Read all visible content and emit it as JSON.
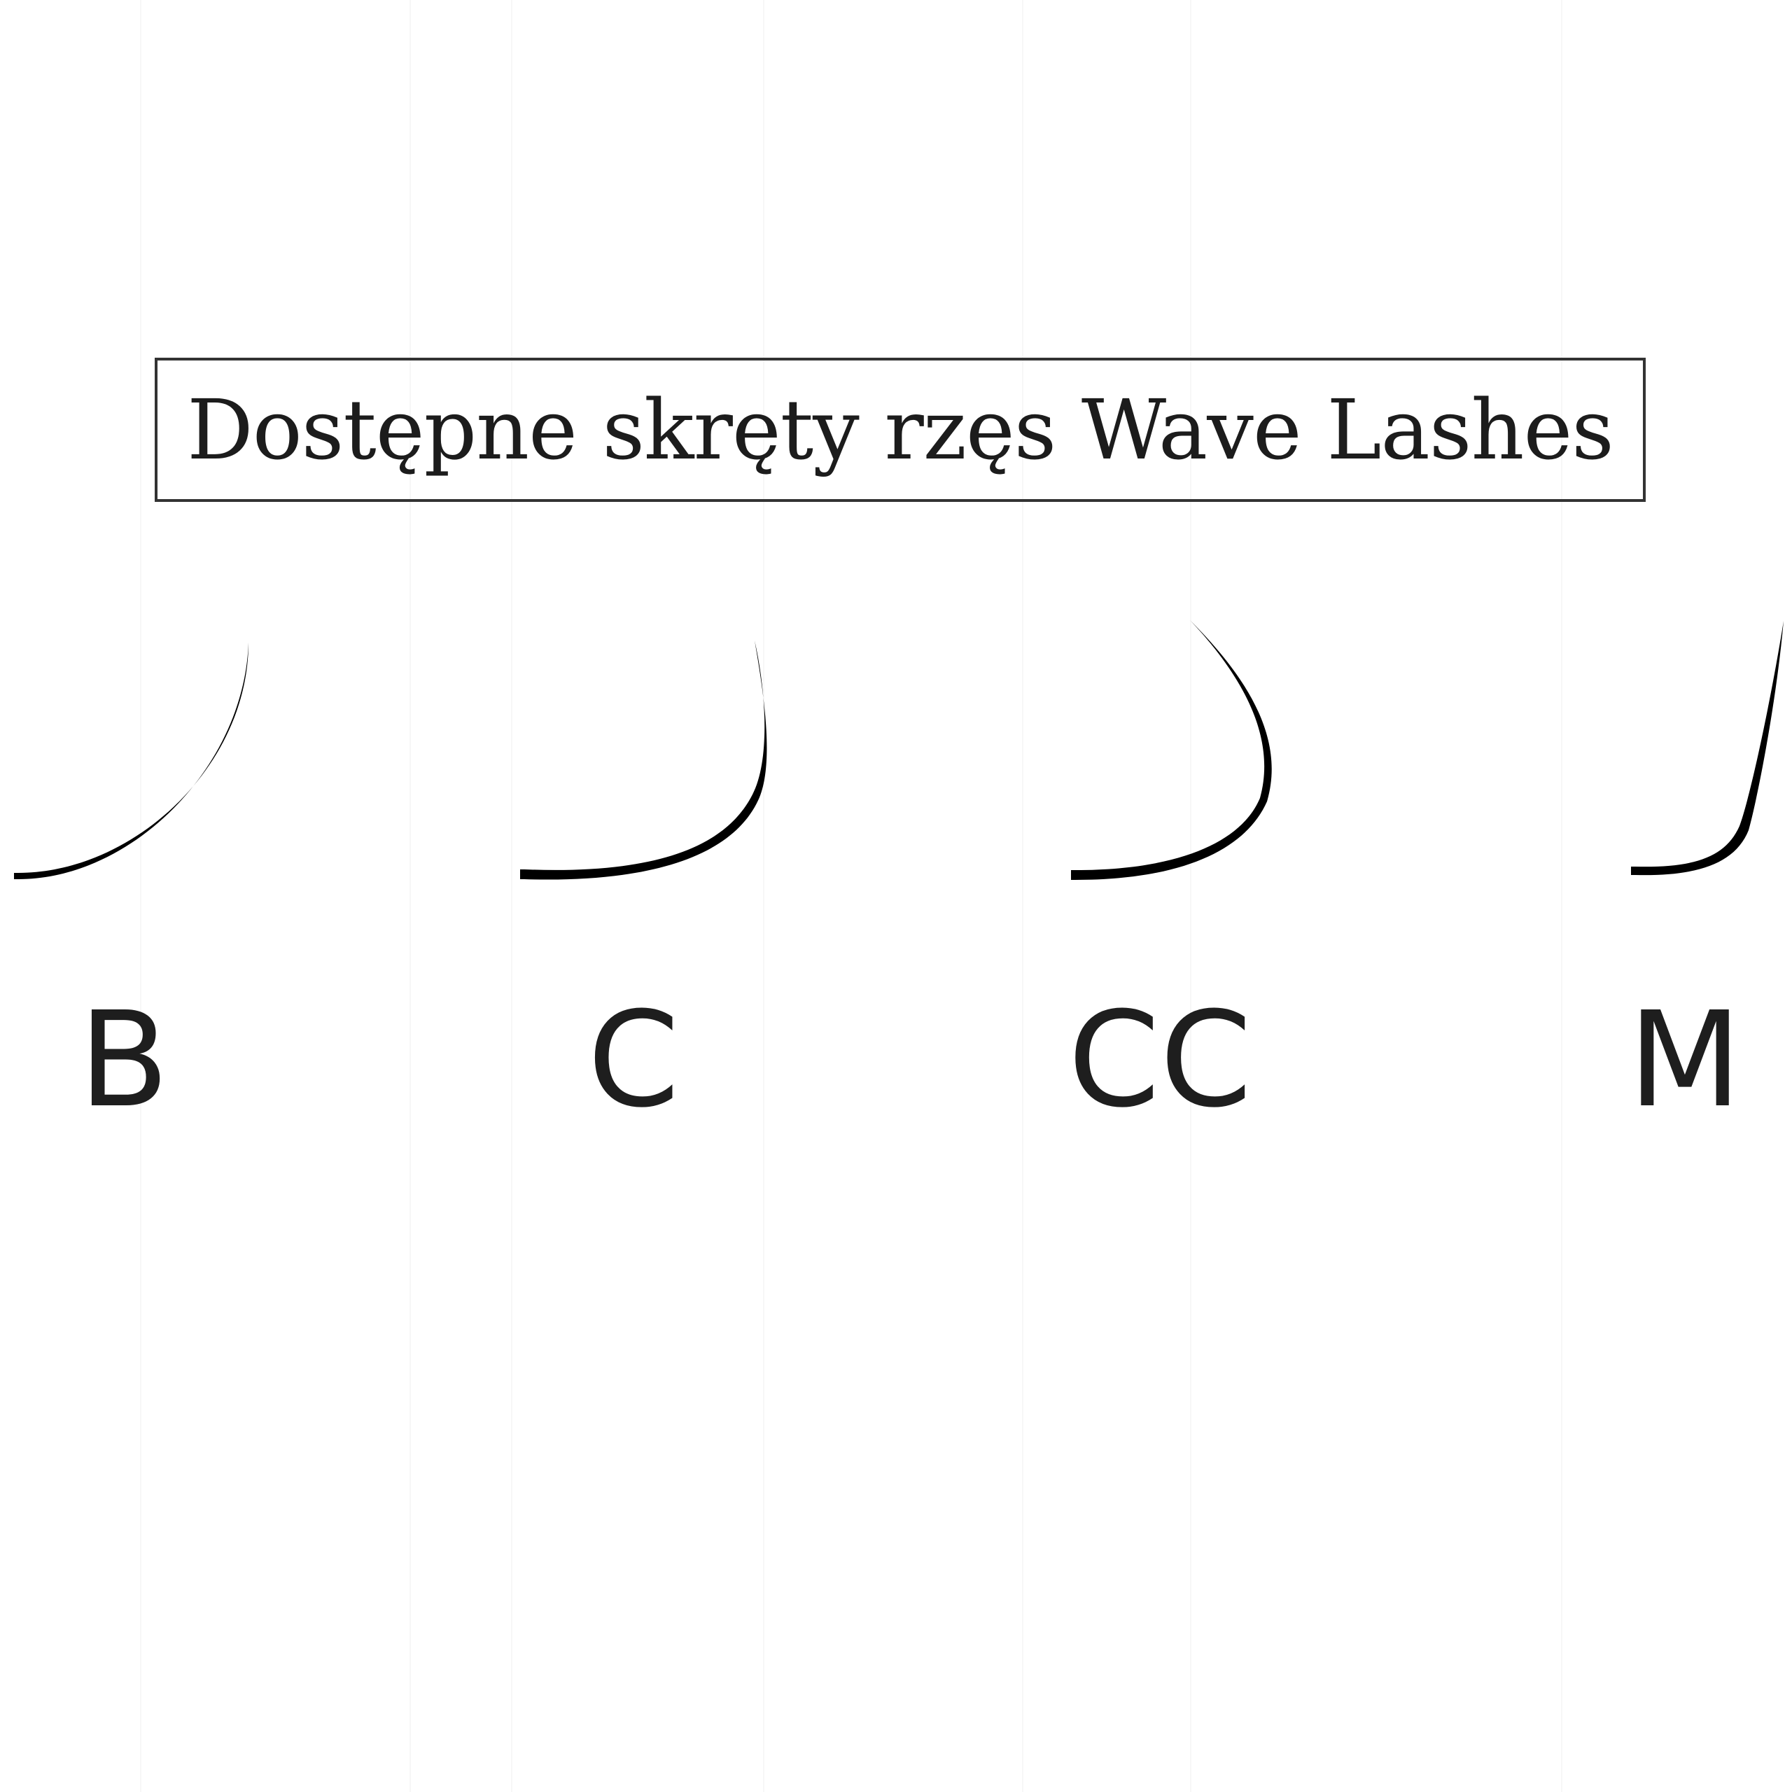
{
  "title": "Dostępne skręty rzęs Wave Lashes",
  "curl_types": [
    {
      "id": "b",
      "label": "B"
    },
    {
      "id": "c",
      "label": "C"
    },
    {
      "id": "cc",
      "label": "CC"
    },
    {
      "id": "m",
      "label": "M"
    }
  ],
  "colors": {
    "background": "#ffffff",
    "lash": "#000000",
    "text": "#1c1c1c",
    "frame": "#333333"
  }
}
